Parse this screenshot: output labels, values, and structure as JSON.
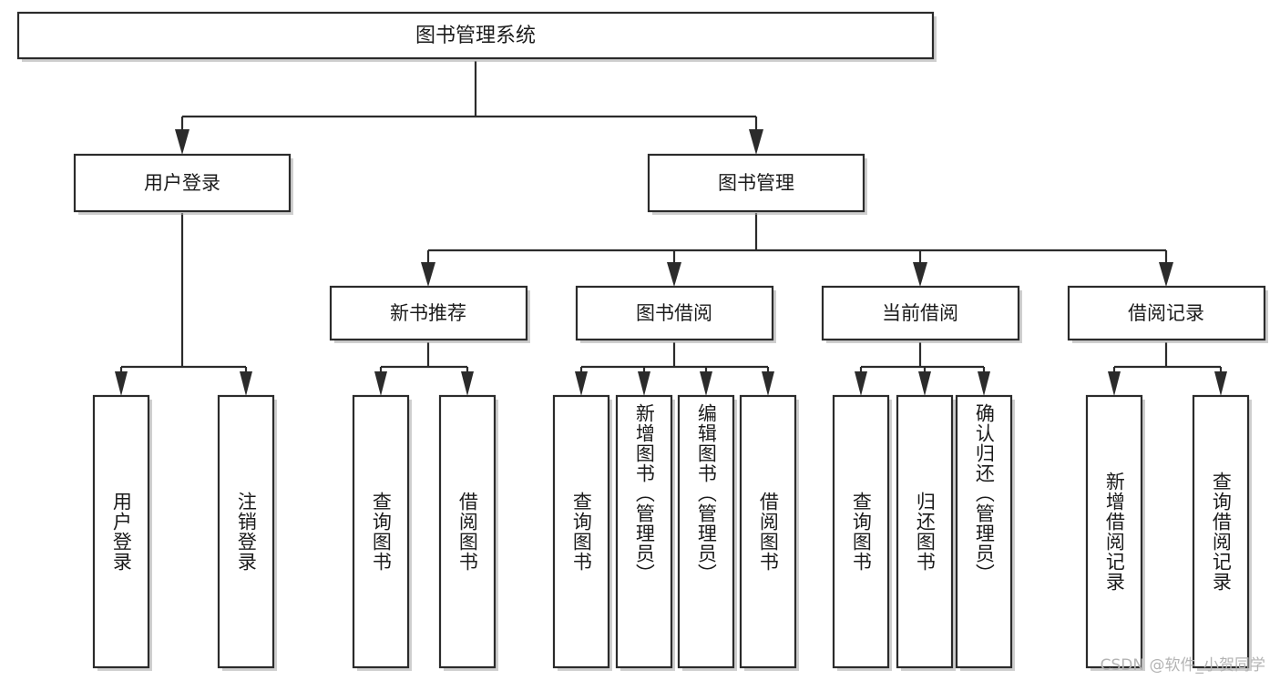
{
  "diagram": {
    "title": "图书管理系统",
    "type": "tree",
    "watermark": "CSDN @软件_小贺同学",
    "levels": {
      "root": {
        "id": "root",
        "label": "图书管理系统"
      },
      "level2": [
        {
          "id": "user-login",
          "label": "用户登录"
        },
        {
          "id": "book-management",
          "label": "图书管理"
        }
      ],
      "level3": [
        {
          "id": "new-book-recommend",
          "label": "新书推荐",
          "parent": "book-management"
        },
        {
          "id": "book-borrow",
          "label": "图书借阅",
          "parent": "book-management"
        },
        {
          "id": "current-borrow",
          "label": "当前借阅",
          "parent": "book-management"
        },
        {
          "id": "borrow-record",
          "label": "借阅记录",
          "parent": "book-management"
        }
      ],
      "leaves": [
        {
          "id": "leaf-user-login",
          "label": "用户登录",
          "parent": "user-login"
        },
        {
          "id": "leaf-user-logout",
          "label": "注销登录",
          "parent": "user-login"
        },
        {
          "id": "leaf-query-book-1",
          "label": "查询图书",
          "parent": "new-book-recommend"
        },
        {
          "id": "leaf-borrow-book-1",
          "label": "借阅图书",
          "parent": "new-book-recommend"
        },
        {
          "id": "leaf-query-book-2",
          "label": "查询图书",
          "parent": "book-borrow"
        },
        {
          "id": "leaf-add-book",
          "label": "新增图书（管理员）",
          "parent": "book-borrow"
        },
        {
          "id": "leaf-edit-book",
          "label": "编辑图书（管理员）",
          "parent": "book-borrow"
        },
        {
          "id": "leaf-borrow-book-2",
          "label": "借阅图书",
          "parent": "book-borrow"
        },
        {
          "id": "leaf-query-book-3",
          "label": "查询图书",
          "parent": "current-borrow"
        },
        {
          "id": "leaf-return-book",
          "label": "归还图书",
          "parent": "current-borrow"
        },
        {
          "id": "leaf-confirm-return",
          "label": "确认归还（管理员）",
          "parent": "current-borrow"
        },
        {
          "id": "leaf-add-record",
          "label": "新增借阅记录",
          "parent": "borrow-record"
        },
        {
          "id": "leaf-query-record",
          "label": "查询借阅记录",
          "parent": "borrow-record"
        }
      ]
    },
    "colors": {
      "box_stroke": "#2b2b2b",
      "box_fill": "#ffffff",
      "text": "#1b1b1b",
      "shadow": "#a8a8a8",
      "watermark": "#b4b4b4",
      "background": "#ffffff"
    }
  }
}
